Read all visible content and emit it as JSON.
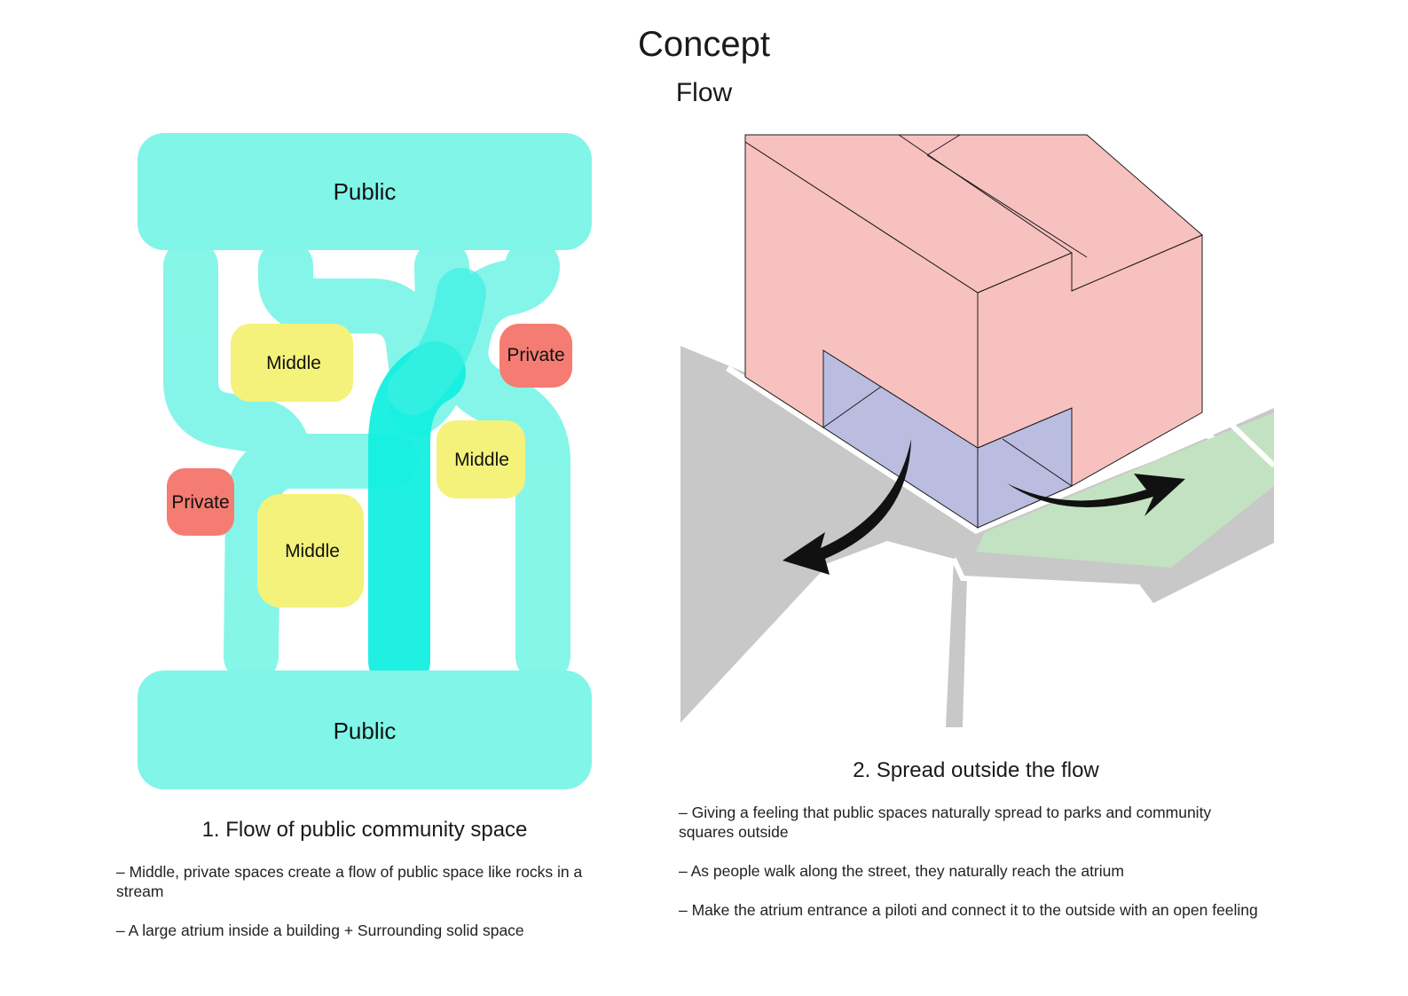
{
  "header": {
    "title": "Concept",
    "subtitle": "Flow"
  },
  "left": {
    "labels": {
      "public_top": "Public",
      "public_bottom": "Public",
      "middle_1": "Middle",
      "middle_2": "Middle",
      "middle_3": "Middle",
      "private_1": "Private",
      "private_2": "Private"
    },
    "caption": "1. Flow of public community space",
    "notes": [
      "– Middle, private spaces create a flow of public space like rocks in a stream",
      "– A large atrium inside a building + Surrounding solid space"
    ]
  },
  "right": {
    "caption": "2. Spread outside the flow",
    "notes": [
      "– Giving a feeling that public spaces naturally spread to parks and community squares outside",
      "– As people walk along the street, they naturally reach the atrium",
      "– Make the atrium entrance a piloti and connect it to the outside with an open feeling"
    ]
  },
  "colors": {
    "public": "#80f5e8",
    "atrium": "#14efe0",
    "middle": "#f4f27a",
    "private": "#f47c72",
    "building": "#f7c1c0",
    "piloti": "#babde0",
    "street": "#c8c8c8",
    "park": "#c3e2c1"
  }
}
